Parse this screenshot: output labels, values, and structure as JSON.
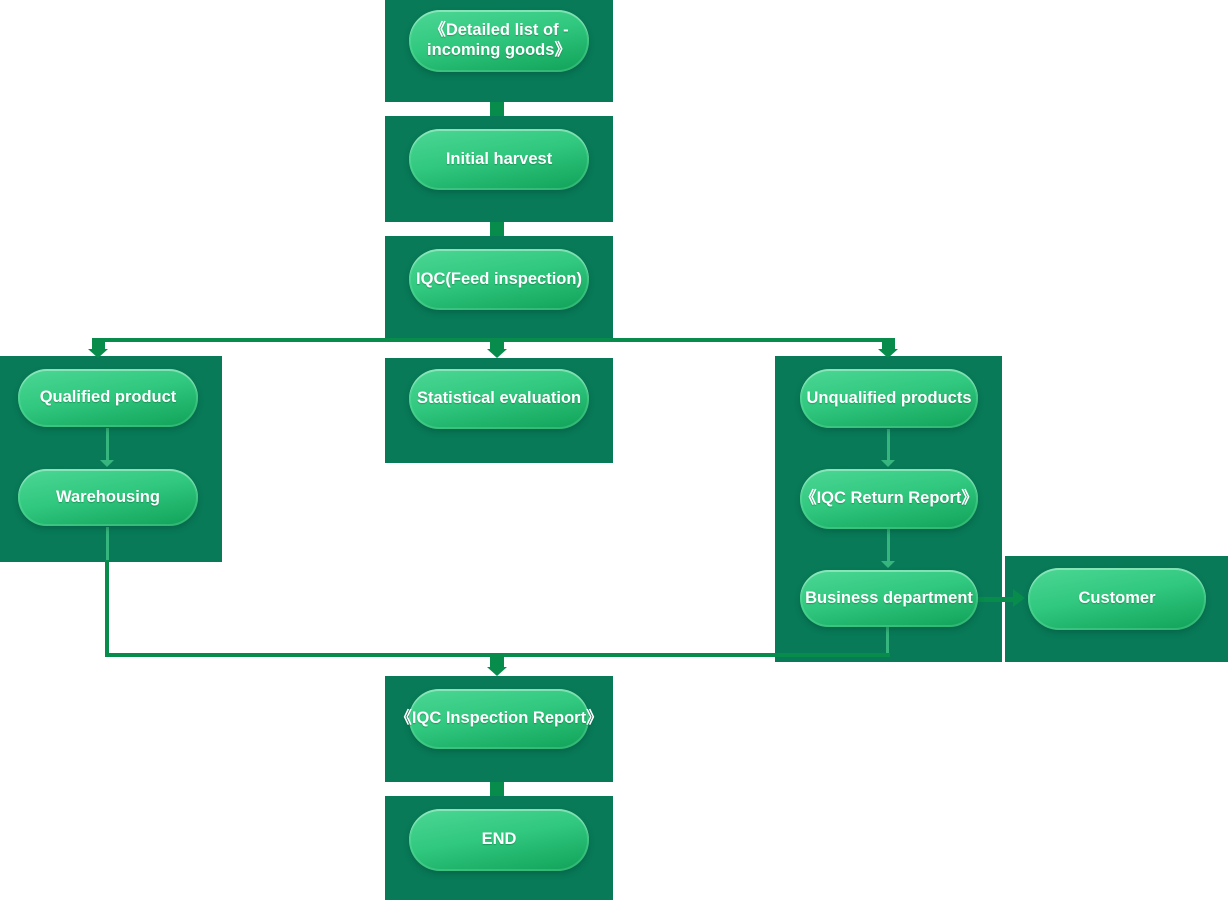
{
  "diagram": {
    "type": "flowchart",
    "background": "#ffffff",
    "colors": {
      "block_bg": "#087a58",
      "connector": "#078c4b",
      "inner_arrow": "#36b57e",
      "pill_gradient_start": "#4cd795",
      "pill_gradient_end": "#10a158",
      "pill_text": "#ffffff"
    },
    "nodes": {
      "detailed_list": {
        "label": "《Detailed list of - incoming goods》"
      },
      "initial_harvest": {
        "label": "Initial harvest"
      },
      "iqc_feed_inspection": {
        "label": "IQC(Feed inspection)"
      },
      "statistical_evaluation": {
        "label": "Statistical evaluation"
      },
      "qualified_product": {
        "label": "Qualified product"
      },
      "warehousing": {
        "label": "Warehousing"
      },
      "unqualified_products": {
        "label": "Unqualified products"
      },
      "iqc_return_report": {
        "label": "《IQC Return Report》"
      },
      "business_department": {
        "label": "Business department"
      },
      "customer": {
        "label": "Customer"
      },
      "iqc_inspection_report": {
        "label": "《IQC Inspection Report》"
      },
      "end": {
        "label": "END"
      }
    },
    "edges": [
      {
        "from": "detailed_list",
        "to": "initial_harvest"
      },
      {
        "from": "initial_harvest",
        "to": "iqc_feed_inspection"
      },
      {
        "from": "iqc_feed_inspection",
        "to": "qualified_product"
      },
      {
        "from": "iqc_feed_inspection",
        "to": "statistical_evaluation"
      },
      {
        "from": "iqc_feed_inspection",
        "to": "unqualified_products"
      },
      {
        "from": "qualified_product",
        "to": "warehousing"
      },
      {
        "from": "warehousing",
        "to": "iqc_inspection_report"
      },
      {
        "from": "unqualified_products",
        "to": "iqc_return_report"
      },
      {
        "from": "iqc_return_report",
        "to": "business_department"
      },
      {
        "from": "business_department",
        "to": "customer"
      },
      {
        "from": "business_department",
        "to": "iqc_inspection_report"
      },
      {
        "from": "iqc_inspection_report",
        "to": "end"
      }
    ]
  }
}
